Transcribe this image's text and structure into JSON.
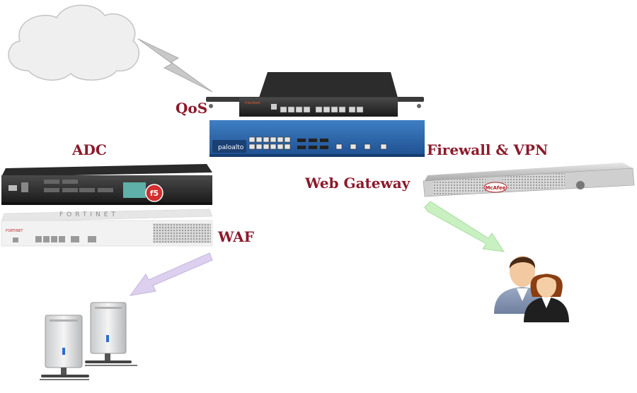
{
  "labels": {
    "qos": "QoS",
    "adc": "ADC",
    "firewall_vpn": "Firewall & VPN",
    "web_gateway": "Web Gateway",
    "waf": "WAF"
  },
  "device_brands": {
    "qos": "riverbed",
    "firewall": "paloalto",
    "adc": "f5",
    "waf": "FORTINET",
    "web_gateway": "McAfee"
  },
  "colors": {
    "label": "#8b1a2b",
    "green_arrow": "#c8f0c0",
    "purple_arrow": "#dcd0ee",
    "gray_bolt": "#c8c8c8",
    "cloud": "#efefef"
  },
  "icons": [
    "cloud-icon",
    "lightning-bolt-icon",
    "server-tower-icon",
    "users-icon",
    "arrow-icon"
  ]
}
